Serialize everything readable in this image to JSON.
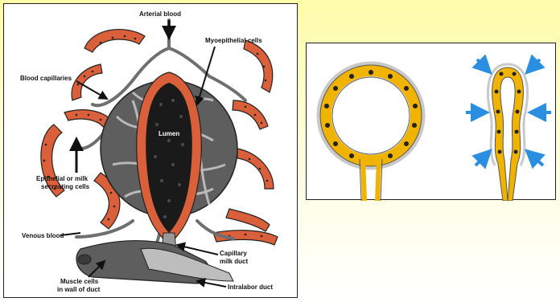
{
  "labels": {
    "arterial": "Arterial blood",
    "myoepithelial": "Myoepithelial cells",
    "capillaries": "Blood capillaries",
    "lumen": "Lumen",
    "epithelial_line1": "Epithelial or milk",
    "epithelial_line2": "secreating cells",
    "venous": "Venous blood",
    "capillary_duct_line1": "Capillary",
    "capillary_duct_line2": "milk duct",
    "muscle_line1": "Muscle cells",
    "muscle_line2": "in wall of duct",
    "intralabor": "Intralabor duct"
  },
  "colors": {
    "epithelial": "#d9603a",
    "myoepithelial": "#8a8a8a",
    "lumen": "#1a1a1a",
    "alveolus_cells": "#f0b400",
    "contraction_arrows": "#2a8fe0",
    "background_top": "#fdfca8"
  }
}
